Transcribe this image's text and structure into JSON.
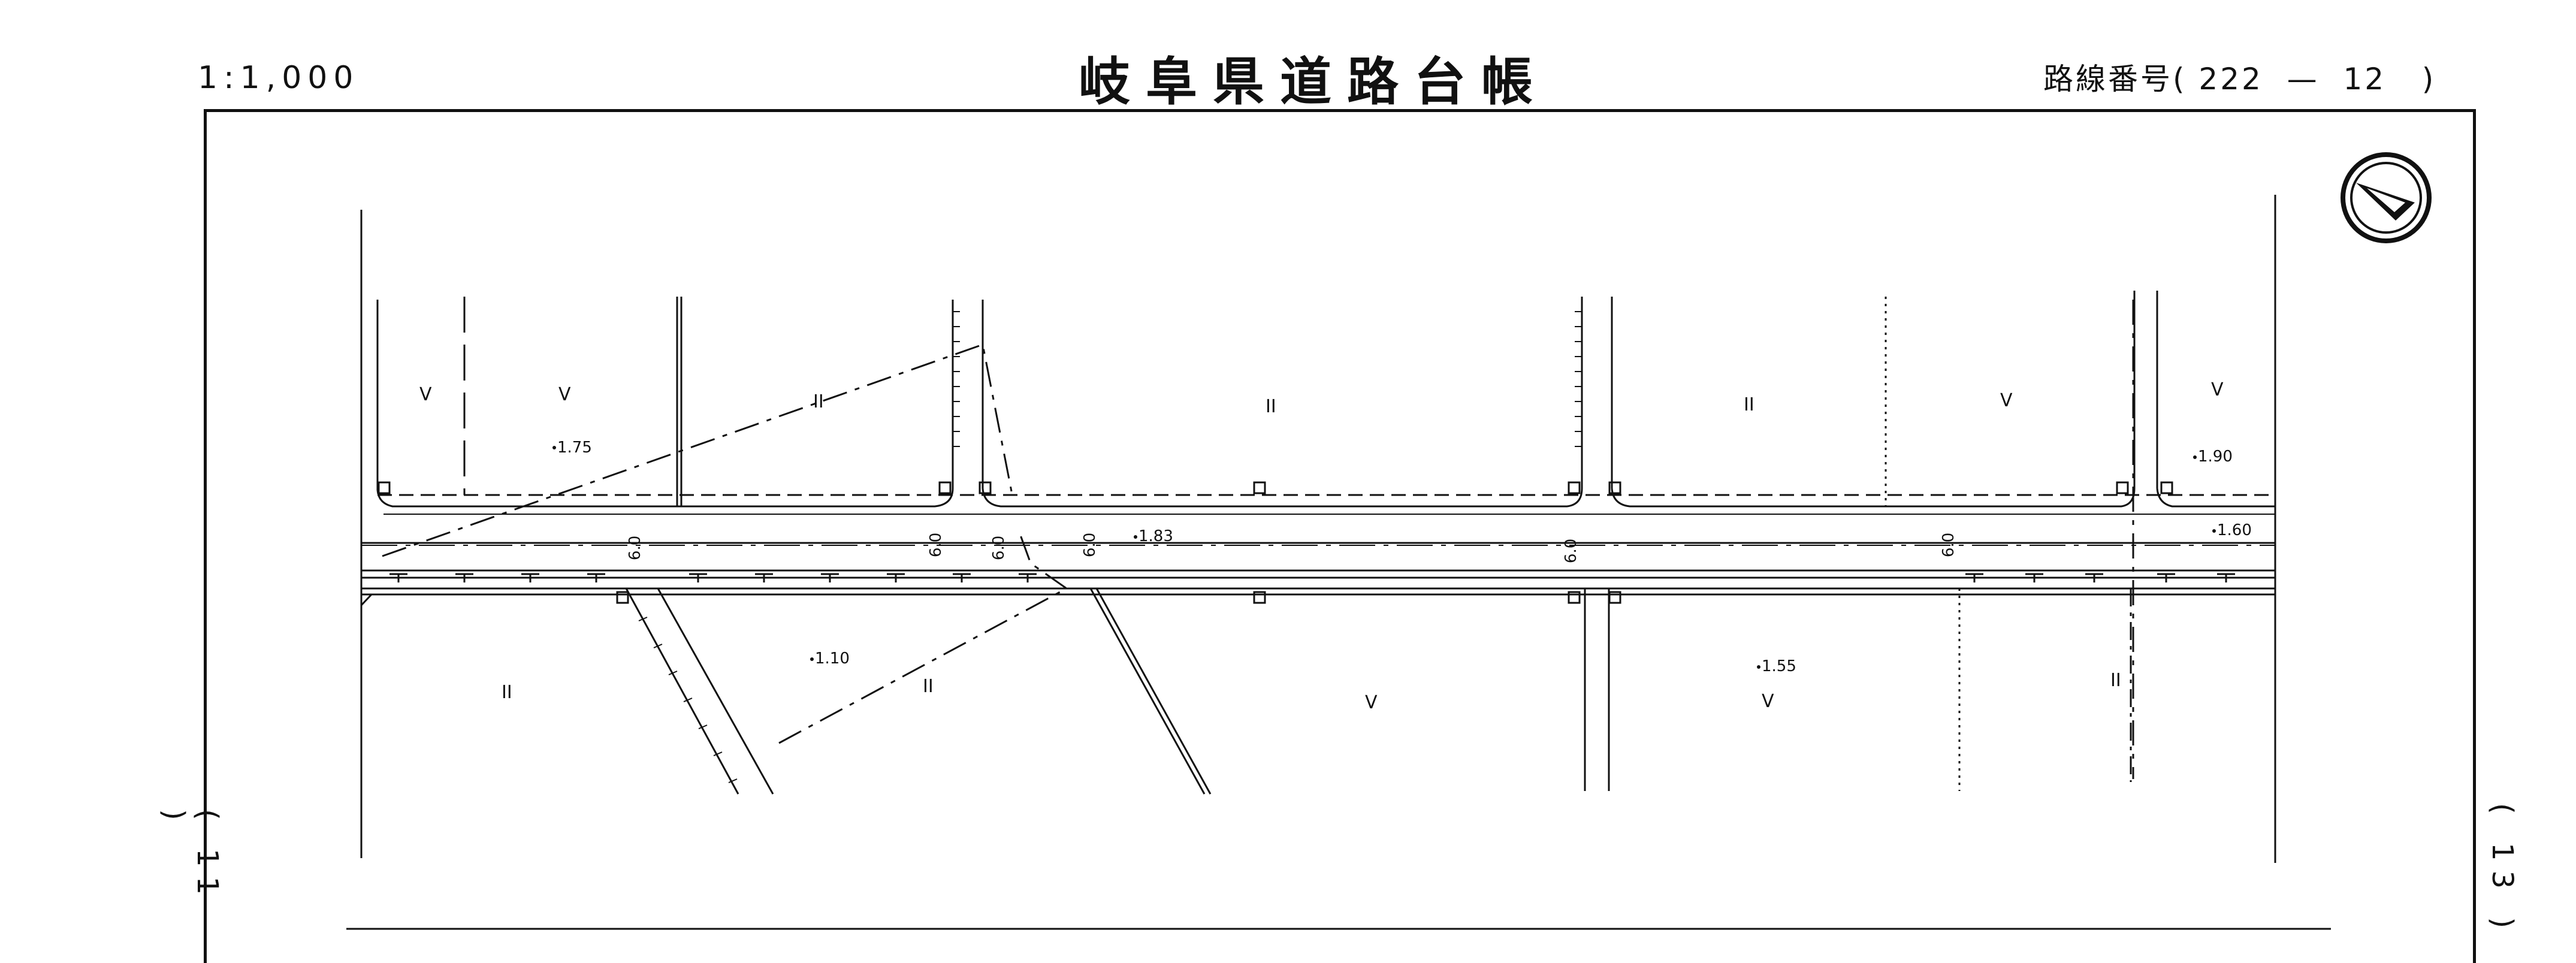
{
  "header": {
    "scale": "1:1,000",
    "title": "岐阜県道路台帳",
    "route_label": "路線番号(",
    "route_number": "222",
    "route_sheet": "12",
    "route_close": ")"
  },
  "sheet_links": {
    "left": "( 11 )",
    "right": "( 13 )"
  },
  "elevations": {
    "e1": "1.75",
    "e2": "1.83",
    "e3": "1.10",
    "e4": "1.55",
    "e5": "1.90",
    "e6": "1.60"
  },
  "road_width_label": "6.0",
  "land_symbols": {
    "field": "V",
    "paddy": "II"
  },
  "icons": {
    "north": "north-arrow-icon",
    "utility_box": "utility-box-icon"
  },
  "colors": {
    "ink": "#111111",
    "paper": "#ffffff"
  }
}
